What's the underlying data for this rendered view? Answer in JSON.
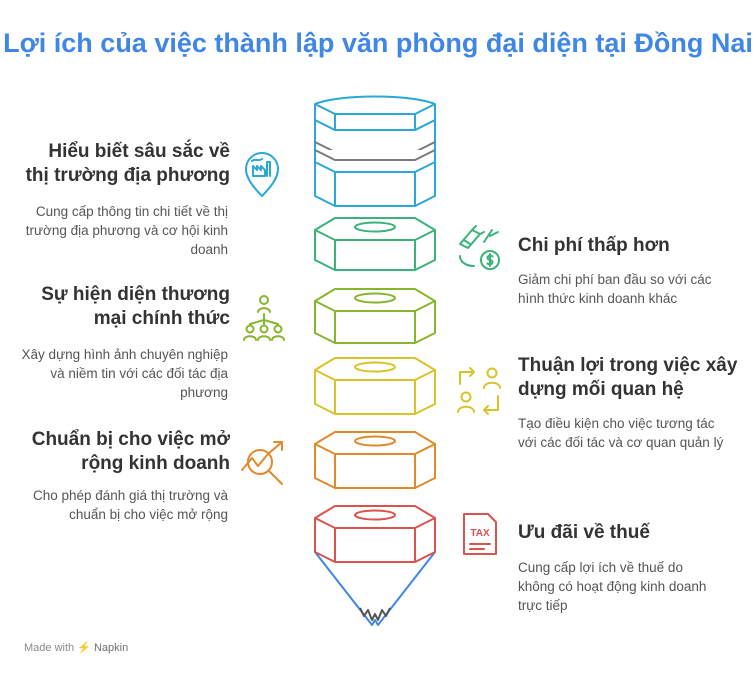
{
  "title": "Lợi ích của việc thành lập văn phòng đại diện tại Đồng Nai",
  "items": [
    {
      "heading": "Hiểu biết sâu sắc về thị trường địa phương",
      "description": "Cung cấp thông tin chi tiết về thị trường địa phương và cơ hội kinh doanh",
      "icon": "market-chart-icon",
      "color": "#2aa8d8"
    },
    {
      "heading": "Chi phí thấp hơn",
      "description": "Giảm chi phí ban đầu so với các hình thức kinh doanh khác",
      "icon": "cost-cut-icon",
      "color": "#3bb27a"
    },
    {
      "heading": "Sự hiện diện thương mại chính thức",
      "description": "Xây dựng hình ảnh chuyên nghiệp và niềm tin với các đối tác địa phương",
      "icon": "presence-people-icon",
      "color": "#86b52e"
    },
    {
      "heading": "Thuận lợi trong việc xây dựng mối quan hệ",
      "description": "Tạo điều kiện cho việc tương tác với các đối tác và cơ quan quản lý",
      "icon": "relationship-exchange-icon",
      "color": "#d8c42a"
    },
    {
      "heading": "Chuẩn bị cho việc mở rộng kinh doanh",
      "description": "Cho phép đánh giá thị trường và chuẩn bị cho việc mở rộng",
      "icon": "growth-analysis-icon",
      "color": "#e08a2c"
    },
    {
      "heading": "Ưu đãi về thuế",
      "description": "Cung cấp lợi ích về thuế do không có hoạt động kinh doanh trực tiếp",
      "icon": "tax-document-icon",
      "color": "#d9534f"
    }
  ],
  "tax_icon_text": "TAX",
  "footer": {
    "prefix": "Made with",
    "brand": "Napkin"
  }
}
